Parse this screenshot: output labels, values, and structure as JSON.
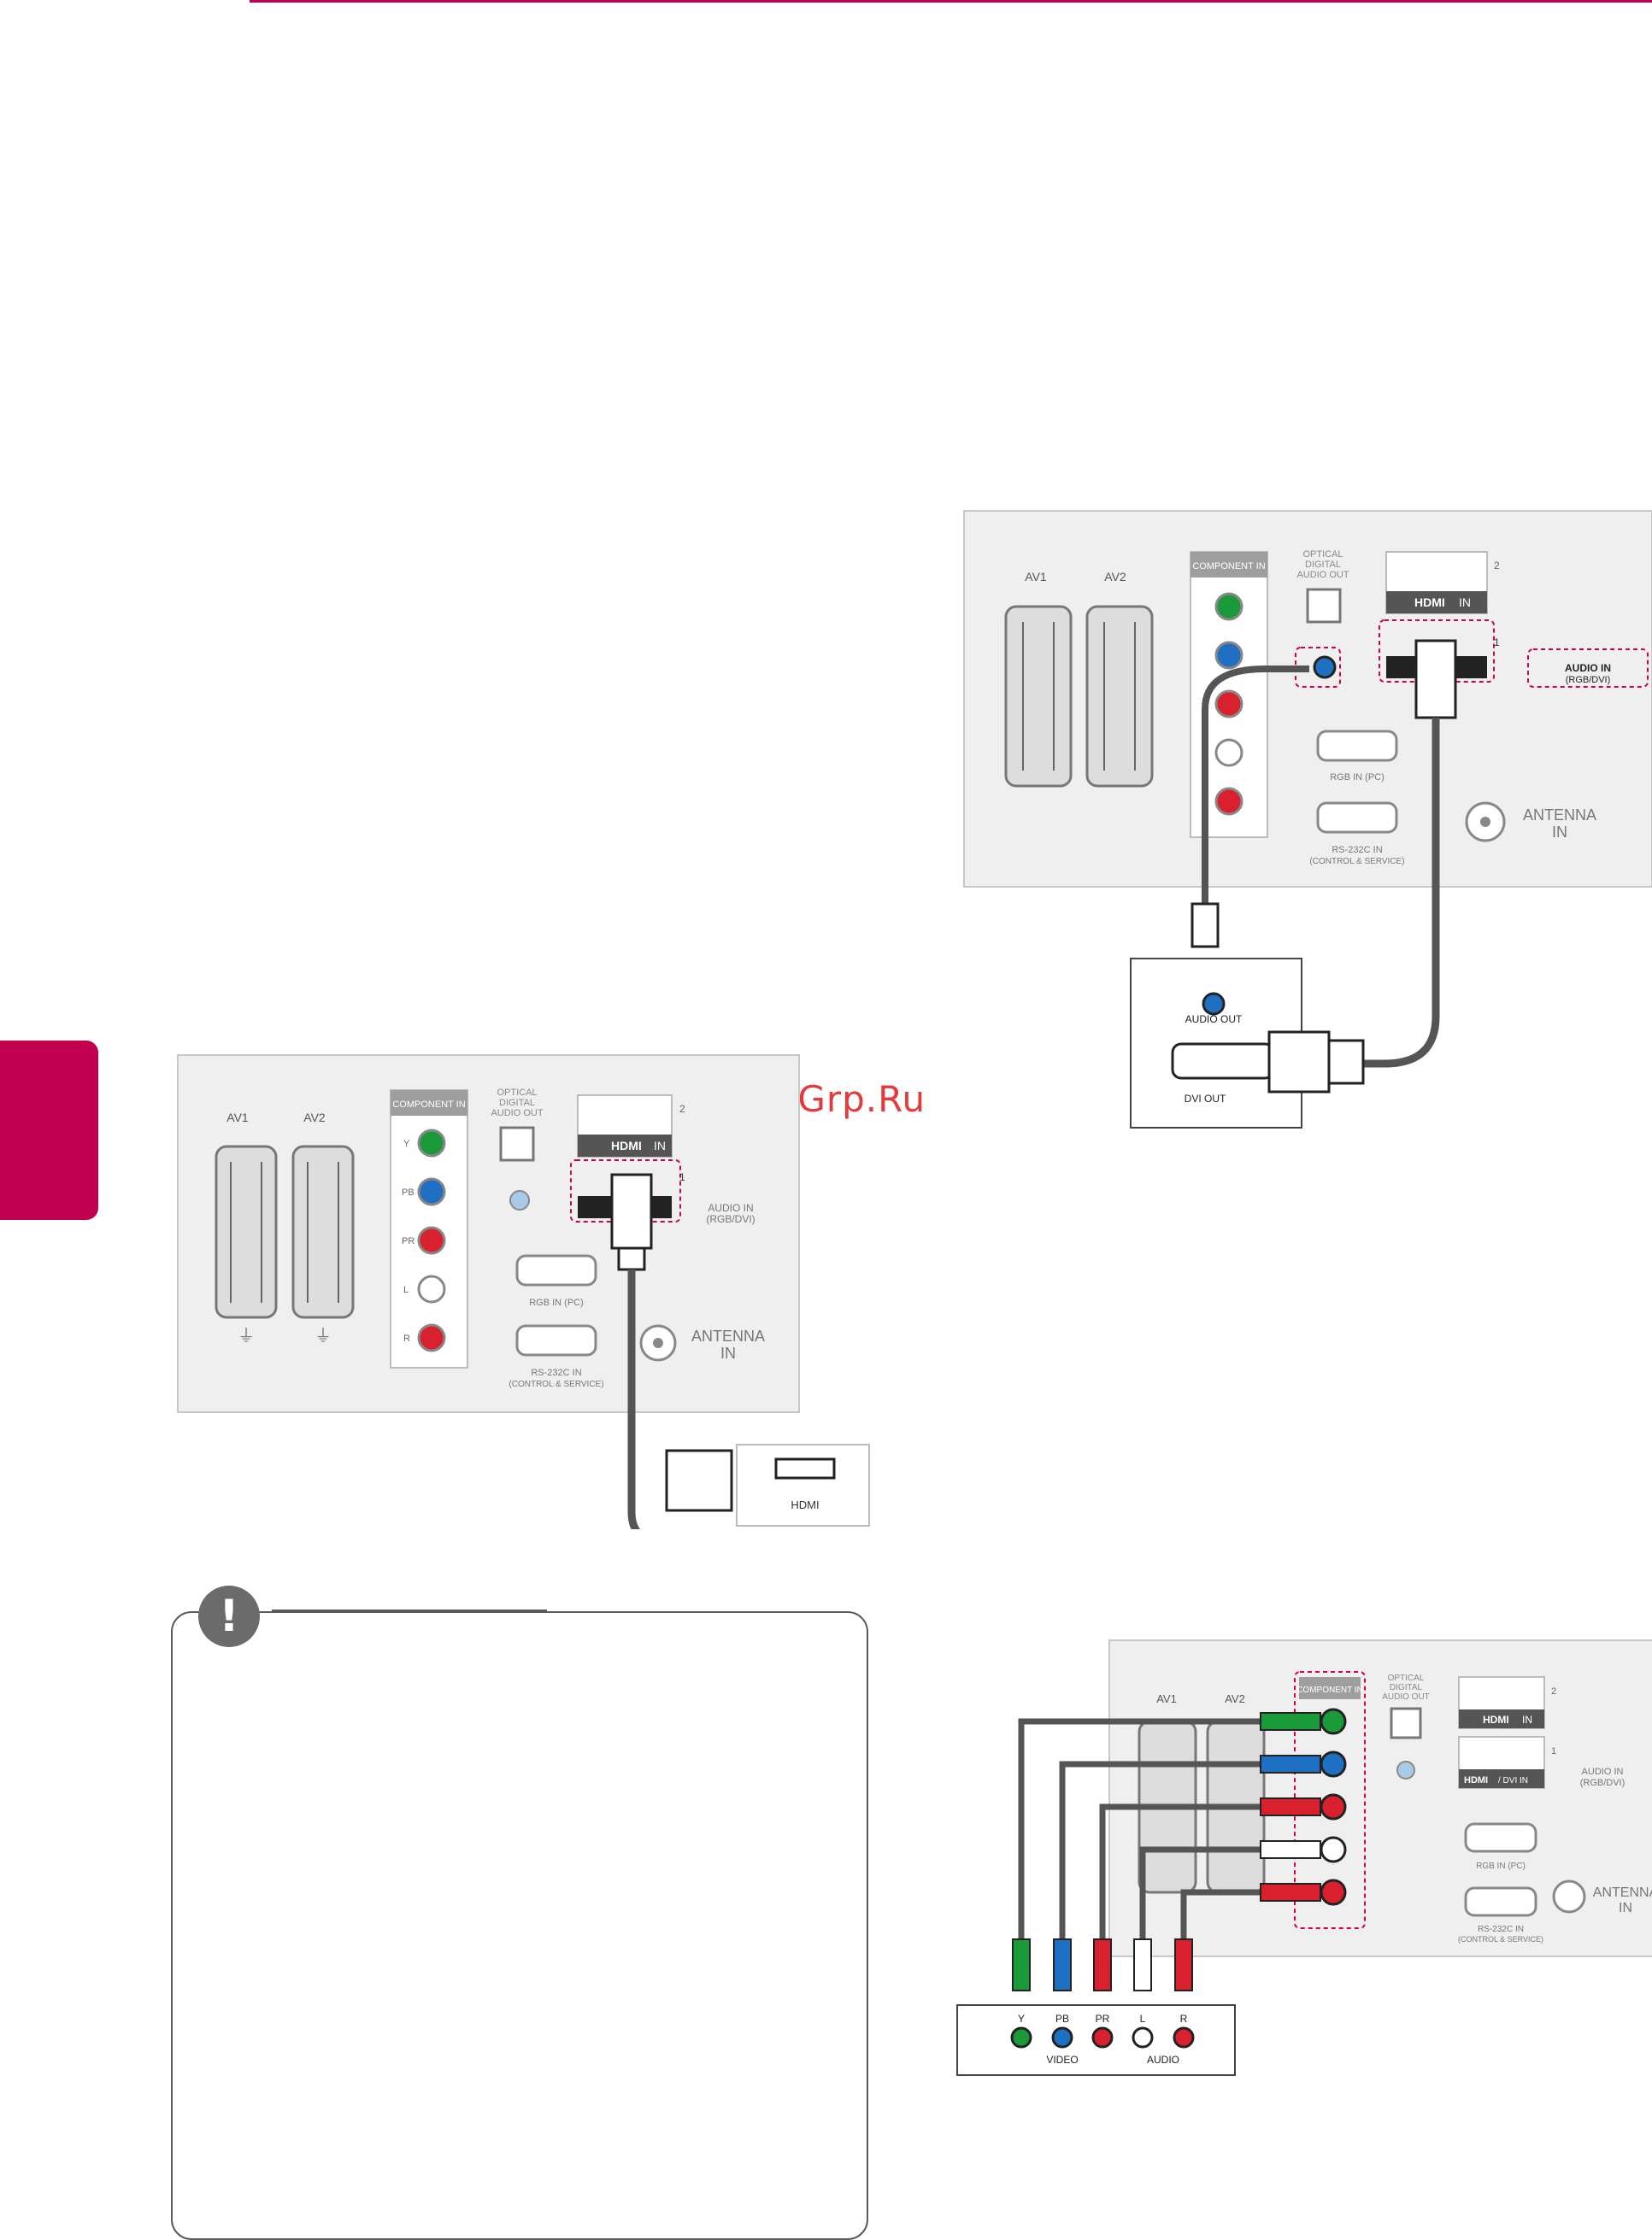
{
  "watermark": "McGrp.Ru",
  "colors": {
    "accent": "#c0004f",
    "panel": "#efefef",
    "highlight": "#d6003f",
    "green": "#1b9a3a",
    "blue": "#1f6fc2",
    "red": "#d8202f"
  },
  "panel_labels": {
    "av1": "AV1",
    "av2": "AV2",
    "component_in": "COMPONENT IN",
    "y": "Y",
    "pb": "PB",
    "pr": "PR",
    "l": "L",
    "r": "R",
    "video": "VIDEO",
    "audio": "AUDIO",
    "optical_1": "OPTICAL",
    "optical_2": "DIGITAL",
    "optical_3": "AUDIO OUT",
    "hdmi_in": "IN",
    "hdmi_logo": "HDMI",
    "hdmi_dvi_in": "/ DVI IN",
    "hdmi_2": "2",
    "hdmi_1": "1",
    "audio_in_1": "AUDIO IN",
    "audio_in_2": "(RGB/DVI)",
    "rgb_in": "RGB IN (PC)",
    "rs232_1": "RS-232C IN",
    "rs232_2": "(CONTROL & SERVICE)",
    "antenna_1": "ANTENNA",
    "antenna_2": "IN"
  },
  "devices": {
    "hdmi_label": "HDMI",
    "audio_out": "AUDIO OUT",
    "dvi_out": "DVI OUT",
    "comp_y": "Y",
    "comp_pb": "PB",
    "comp_pr": "PR",
    "comp_l": "L",
    "comp_r": "R",
    "comp_video": "VIDEO",
    "comp_audio": "AUDIO"
  },
  "note_icon": "!"
}
